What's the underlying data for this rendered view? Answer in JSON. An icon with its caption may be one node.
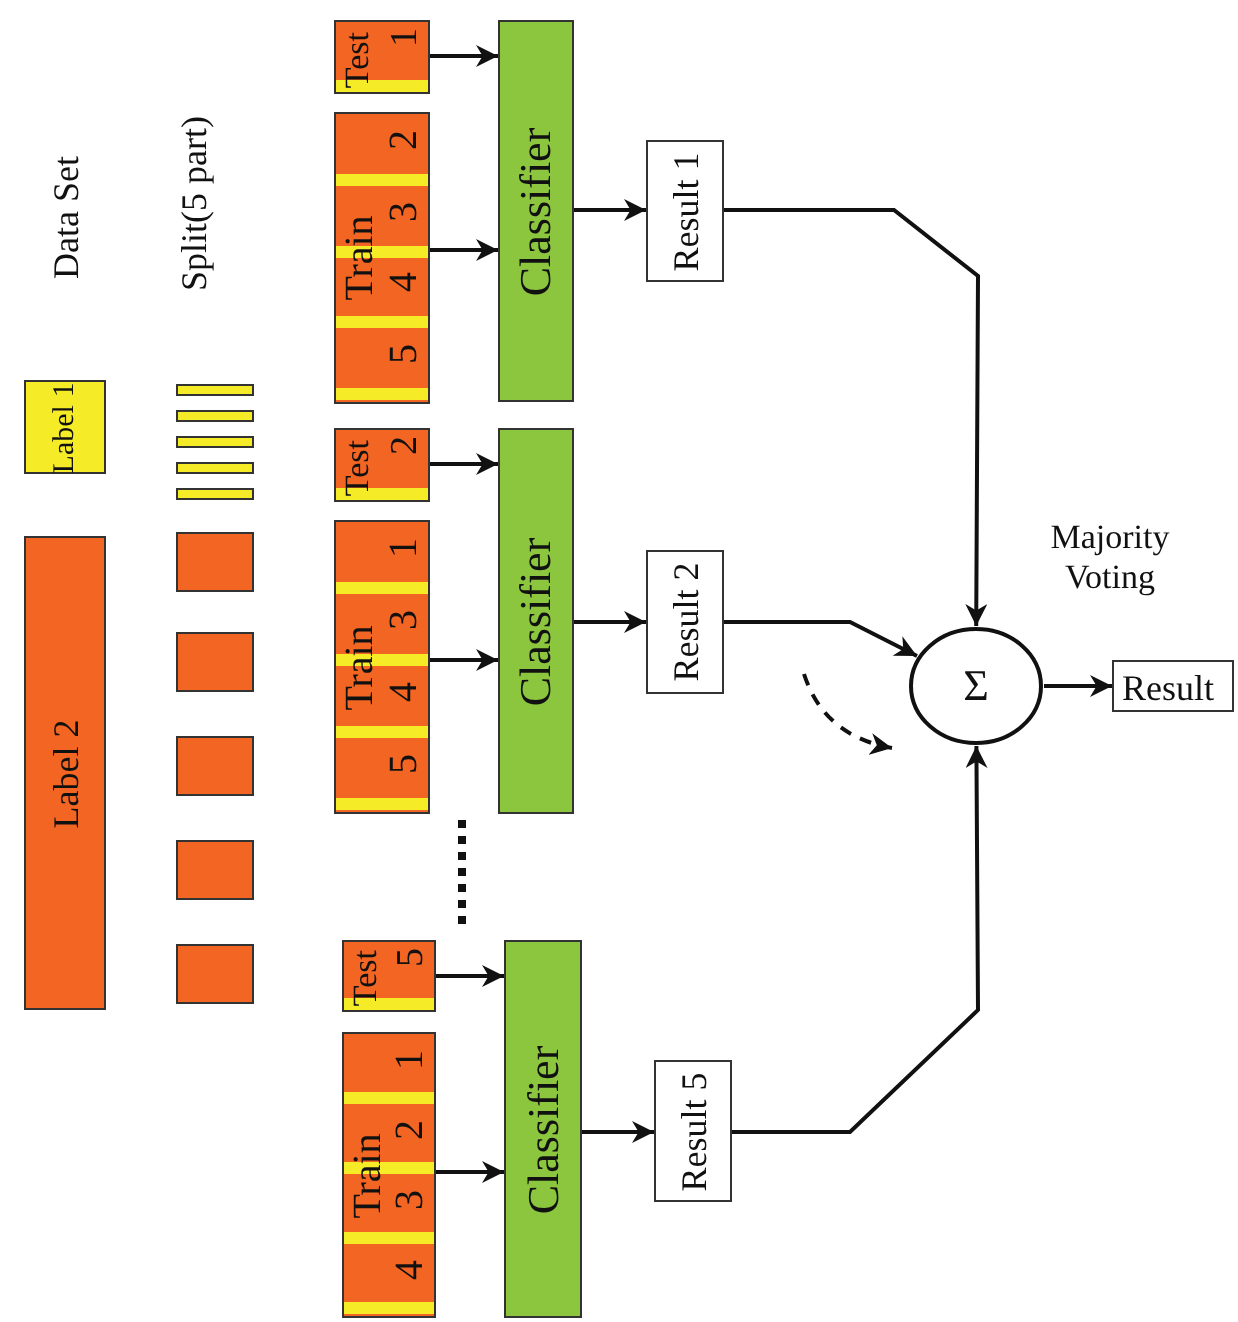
{
  "diagram": {
    "nodes": [
      {
        "text": [
          "Label 1"
        ]
      },
      {
        "text": [
          "Label 2"
        ]
      },
      {
        "text": [],
        "shape": "bar"
      },
      {
        "text": [],
        "shape": "bar"
      },
      {
        "text": [],
        "shape": "bar"
      },
      {
        "text": [],
        "shape": "bar"
      },
      {
        "text": [],
        "shape": "bar"
      },
      {
        "text": [],
        "shape": "box"
      },
      {
        "text": [],
        "shape": "box"
      },
      {
        "text": [],
        "shape": "box"
      },
      {
        "text": [],
        "shape": "box"
      },
      {
        "text": [],
        "shape": "box"
      },
      {
        "text": [
          "Test",
          "1"
        ]
      },
      {
        "text": [
          "Train",
          "2",
          "3",
          "4",
          "5"
        ]
      },
      {
        "text": [
          "Classifier"
        ]
      },
      {
        "text": [
          "Result 1"
        ]
      },
      {
        "text": [
          "Test",
          "2"
        ]
      },
      {
        "text": [
          "Train",
          "1",
          "3",
          "4",
          "5"
        ]
      },
      {
        "text": [
          "Classifier"
        ]
      },
      {
        "text": [
          "Result 2"
        ]
      },
      {
        "text": [
          "Test",
          "5"
        ]
      },
      {
        "text": [
          "Train",
          "1",
          "2",
          "3",
          "4"
        ]
      },
      {
        "text": [
          "Classifier"
        ]
      },
      {
        "text": [
          "Result 5"
        ]
      },
      {
        "text": [
          "Σ"
        ],
        "beside": [
          "Majority Voting"
        ]
      },
      {
        "text": [
          "Result"
        ]
      }
    ],
    "edges": [
      {
        "from": 12,
        "to": 14,
        "arrow": "to"
      },
      {
        "from": 13,
        "to": 14,
        "arrow": "to"
      },
      {
        "from": 14,
        "to": 15,
        "arrow": "to"
      },
      {
        "from": 15,
        "to": 24,
        "arrow": "to"
      },
      {
        "from": 16,
        "to": 18,
        "arrow": "to"
      },
      {
        "from": 17,
        "to": 18,
        "arrow": "to"
      },
      {
        "from": 18,
        "to": 19,
        "arrow": "to"
      },
      {
        "from": 19,
        "to": 24,
        "arrow": "to"
      },
      {
        "from": 20,
        "to": 22,
        "arrow": "to"
      },
      {
        "from": 21,
        "to": 22,
        "arrow": "to"
      },
      {
        "from": 22,
        "to": 23,
        "arrow": "to"
      },
      {
        "from": 23,
        "to": 24,
        "arrow": "to"
      },
      {
        "from": 24,
        "to": 25,
        "arrow": "to"
      }
    ],
    "labels": [
      "Data Set",
      "Split(5 part)"
    ]
  }
}
